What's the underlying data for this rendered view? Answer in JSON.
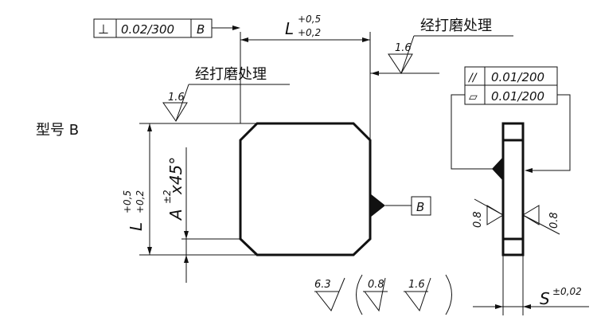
{
  "variant_label": "型号 B",
  "finish_note_top": "经打磨处理",
  "finish_note_left": "经打磨处理",
  "roughness": {
    "top_right": "1.6",
    "left": "1.6",
    "side_left": "0.8",
    "side_right": "0.8",
    "general": "6.3",
    "general_paren_1": "0.8",
    "general_paren_2": "1.6"
  },
  "tolerance_frames": {
    "perpendicularity": {
      "symbol": "⊥",
      "value": "0.02/300",
      "datum": "B"
    },
    "parallelism": {
      "symbol": "//",
      "value": "0.01/200"
    },
    "flatness": {
      "symbol": "▱",
      "value": "0.01/200"
    }
  },
  "datum_label": "B",
  "dimensions": {
    "top_L": "L",
    "top_L_upper": "+0,5",
    "top_L_lower": "+0,2",
    "left_L": "L",
    "left_L_upper": "+0,5",
    "left_L_lower": "+0,2",
    "chamfer_A": "A",
    "chamfer_tol": "±2",
    "chamfer_angle": "x45°",
    "thickness_S": "S",
    "thickness_tol": "±0,02"
  }
}
